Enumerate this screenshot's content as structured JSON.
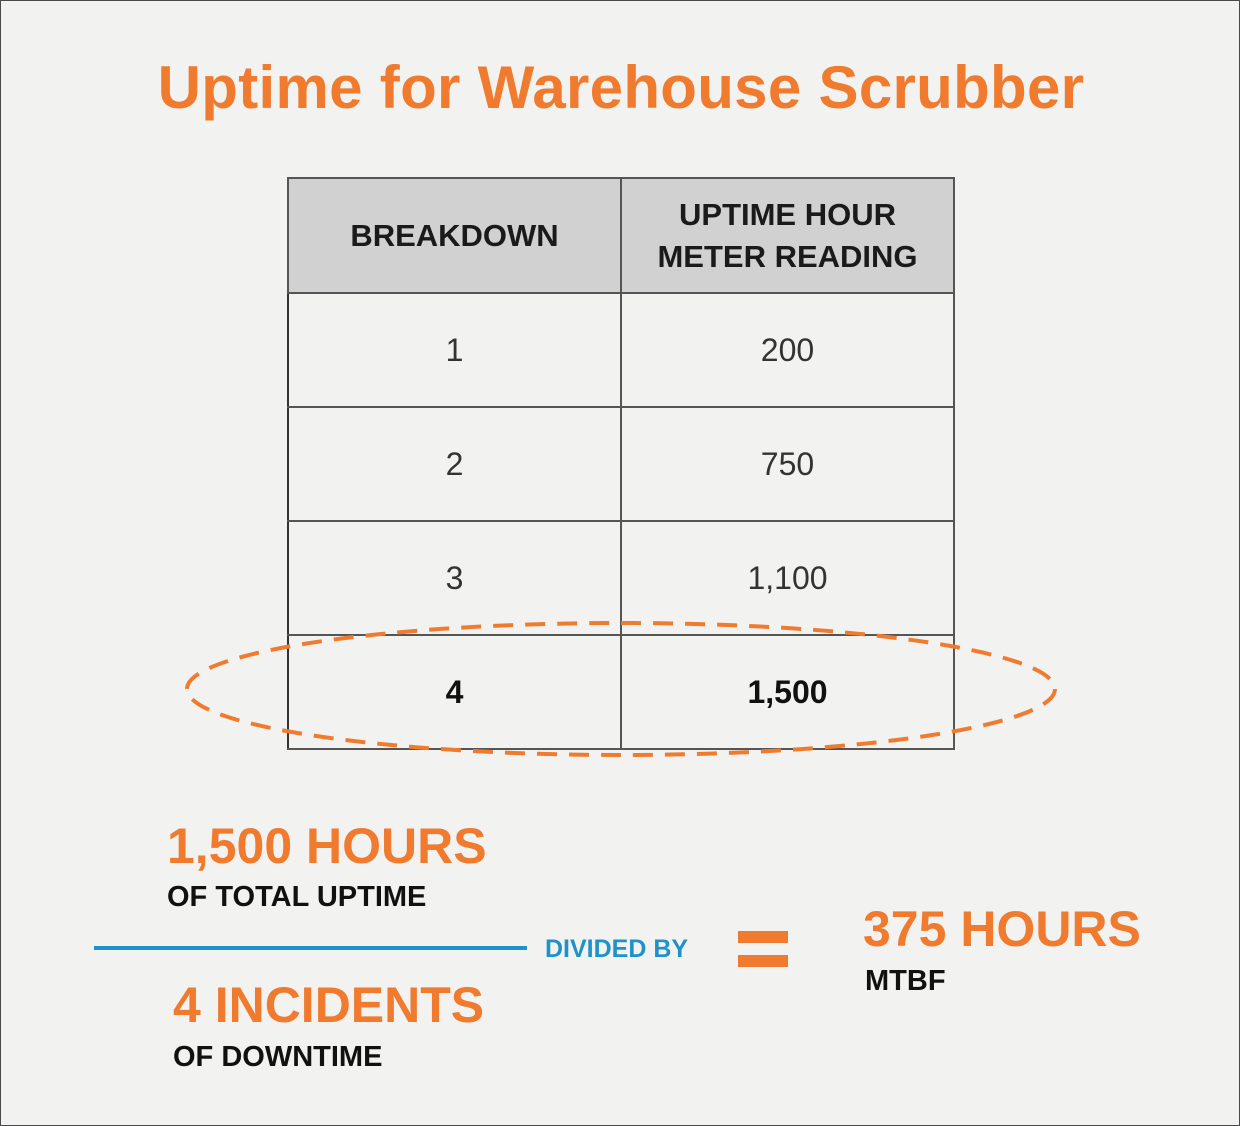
{
  "title": "Uptime for Warehouse Scrubber",
  "table": {
    "headers": [
      "BREAKDOWN",
      "UPTIME HOUR\nMETER READING"
    ],
    "rows": [
      [
        "1",
        "200"
      ],
      [
        "2",
        "750"
      ],
      [
        "3",
        "1,100"
      ],
      [
        "4",
        "1,500"
      ]
    ],
    "highlighted_row": 4
  },
  "formula": {
    "numerator_value": "1,500 HOURS",
    "numerator_label": "OF TOTAL UPTIME",
    "operator_label": "DIVIDED BY",
    "denominator_value": "4 INCIDENTS",
    "denominator_label": "OF DOWNTIME",
    "equals_symbol": "equals-sign",
    "result_value": "375 HOURS",
    "result_label": "MTBF"
  },
  "colors": {
    "accent": "#f07b2e",
    "divider": "#1f93c9",
    "header_bg": "#d0d1d0",
    "background": "#f2f2f1"
  }
}
